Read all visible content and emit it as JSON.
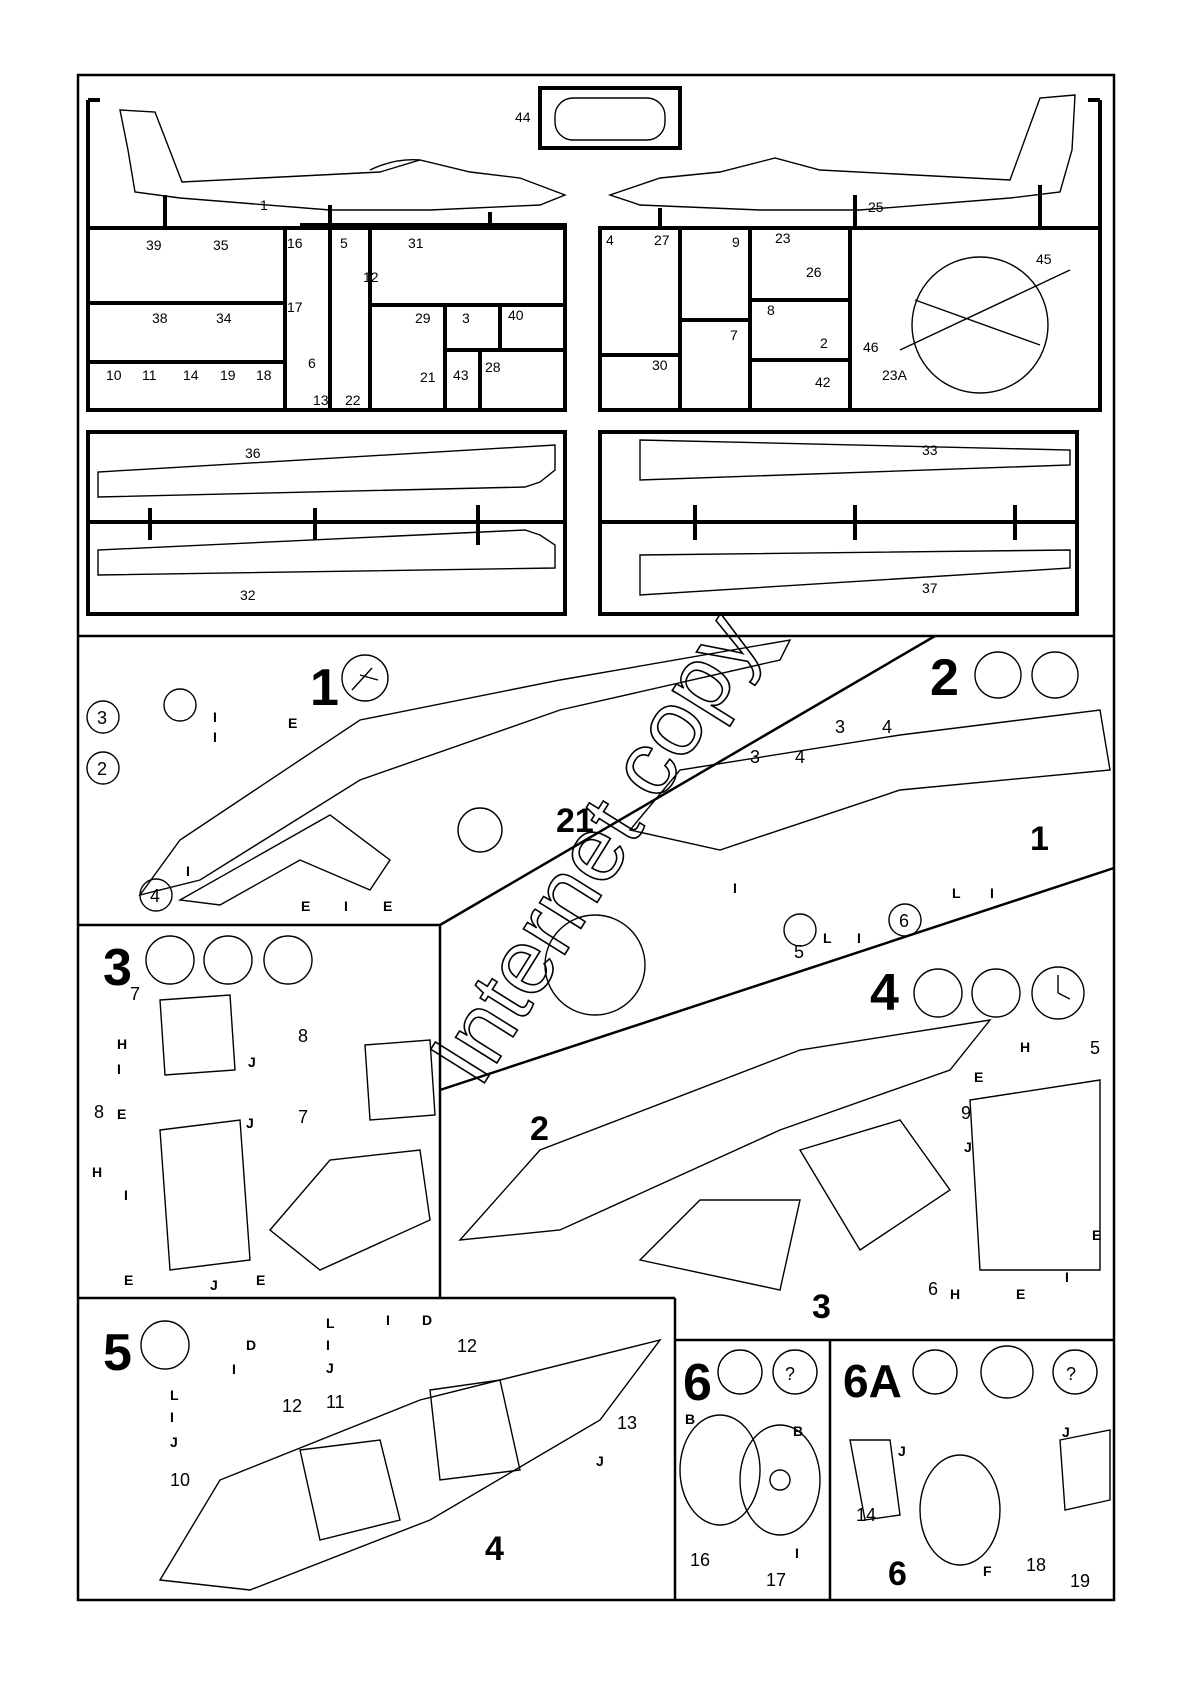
{
  "sprue_parts": {
    "fuselage_left": "1",
    "fuselage_right": "25",
    "canopy": "44",
    "p39": "39",
    "p35": "35",
    "p16": "16",
    "p17": "17",
    "p5": "5",
    "p12": "12",
    "p31": "31",
    "p38": "38",
    "p34": "34",
    "p6": "6",
    "p13": "13",
    "p22": "22",
    "p29": "29",
    "p3": "3",
    "p40": "40",
    "p21": "21",
    "p43": "43",
    "p28": "28",
    "p10": "10",
    "p11": "11",
    "p14": "14",
    "p19": "19",
    "p18": "18",
    "p4": "4",
    "p27": "27",
    "p9": "9",
    "p23": "23",
    "p26": "26",
    "p45": "45",
    "p8": "8",
    "p2": "2",
    "p7": "7",
    "p46": "46",
    "p30": "30",
    "p42": "42",
    "p23a": "23A",
    "wing36": "36",
    "wing32": "32",
    "wing33": "33",
    "wing37": "37"
  },
  "steps": {
    "s1": "1",
    "s2": "2",
    "s3": "3",
    "s4": "4",
    "s5": "5",
    "s6": "6",
    "s6a": "6A"
  },
  "callouts": {
    "c3": "3",
    "c2": "2",
    "c4": "4",
    "c5": "5",
    "c6": "6",
    "c7": "7",
    "c8": "8",
    "c9": "9",
    "c10": "10",
    "c11": "11",
    "c12": "12",
    "c13": "13",
    "c14": "14",
    "c16": "16",
    "c17": "17",
    "c18": "18",
    "c19": "19",
    "ref21": "21",
    "ref1": "1",
    "ref2": "2",
    "ref3": "3",
    "ref4": "4",
    "ref6": "6",
    "q34": "3",
    "q4": "4",
    "q34b": "3",
    "q4b": "4",
    "q7": "7",
    "q8": "8",
    "q5": "5",
    "q6": "6"
  },
  "colors": {
    "flag_I": "I",
    "flag_E": "E",
    "flag_L": "L",
    "flag_H": "H",
    "flag_J": "J",
    "flag_D": "D",
    "flag_B": "B",
    "flag_F": "F"
  },
  "watermark": "Internet copy",
  "icons": [
    "glue-tube-icon",
    "question-icon",
    "paint-brush-icon",
    "decal-icon",
    "clock-icon"
  ]
}
